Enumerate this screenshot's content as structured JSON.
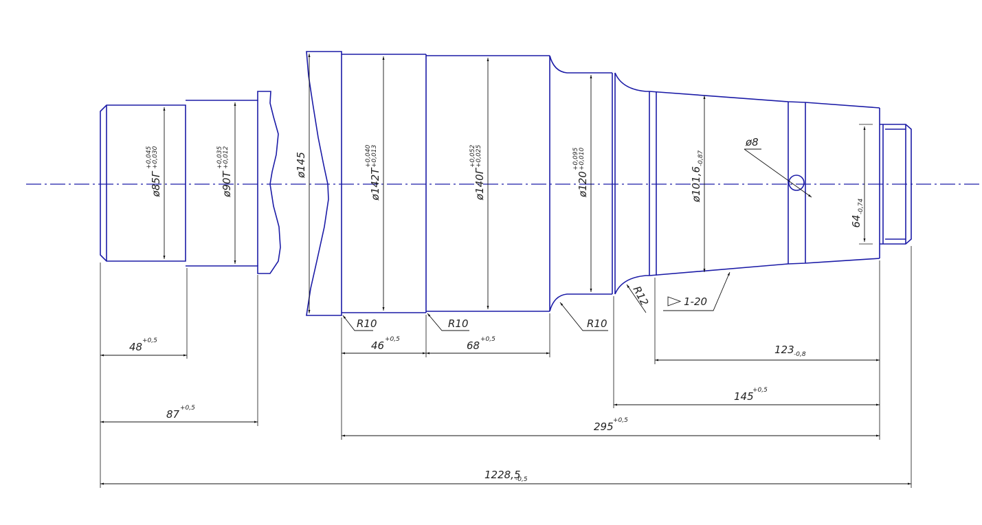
{
  "colors": {
    "outline": "#1a1aa6",
    "dimension": "#111111",
    "background": "#ffffff"
  },
  "dims": {
    "d1": {
      "main": "ø85Г",
      "upper": "+0,045",
      "lower": "+0,030"
    },
    "d2": {
      "main": "ø90Т",
      "upper": "+0,035",
      "lower": "+0,012"
    },
    "d3": {
      "main": "ø145"
    },
    "d4": {
      "main": "ø142Т",
      "upper": "+0,040",
      "lower": "+0,013"
    },
    "d5": {
      "main": "ø140Г",
      "upper": "+0,052",
      "lower": "+0,025"
    },
    "d6": {
      "main": "ø120",
      "upper": "+0,095",
      "lower": "+0,010"
    },
    "d7": {
      "main": "ø101,6",
      "sub": "-0,87"
    },
    "d8": {
      "main": "ø8"
    },
    "d9": {
      "main": "64",
      "sub": "-0,74"
    },
    "r1": "R10",
    "r2": "R10",
    "r3": "R10",
    "r4": "R12",
    "taper": "1-20",
    "l1": {
      "main": "48",
      "sup": "+0,5"
    },
    "l2": {
      "main": "87",
      "sup": "+0,5"
    },
    "l3": {
      "main": "46",
      "sup": "+0,5"
    },
    "l4": {
      "main": "68",
      "sup": "+0,5"
    },
    "l5": {
      "main": "123",
      "sub": "-0,8"
    },
    "l6": {
      "main": "145",
      "sup": "+0,5"
    },
    "l7": {
      "main": "295",
      "sup": "+0,5"
    },
    "l8": {
      "main": "1228,5",
      "sub": "-0,5"
    }
  }
}
